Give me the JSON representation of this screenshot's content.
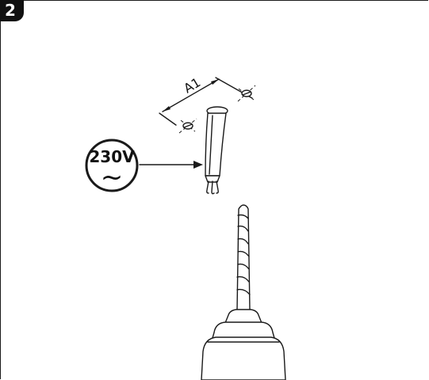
{
  "step": {
    "number": "2"
  },
  "dimension": {
    "label": "A1"
  },
  "voltage": {
    "text": "230V",
    "ac_symbol": "~"
  },
  "icons": [
    "screw-mark-icon",
    "cable-icon",
    "drill-bit-icon",
    "drill-chuck-icon",
    "voltage-badge-icon"
  ]
}
